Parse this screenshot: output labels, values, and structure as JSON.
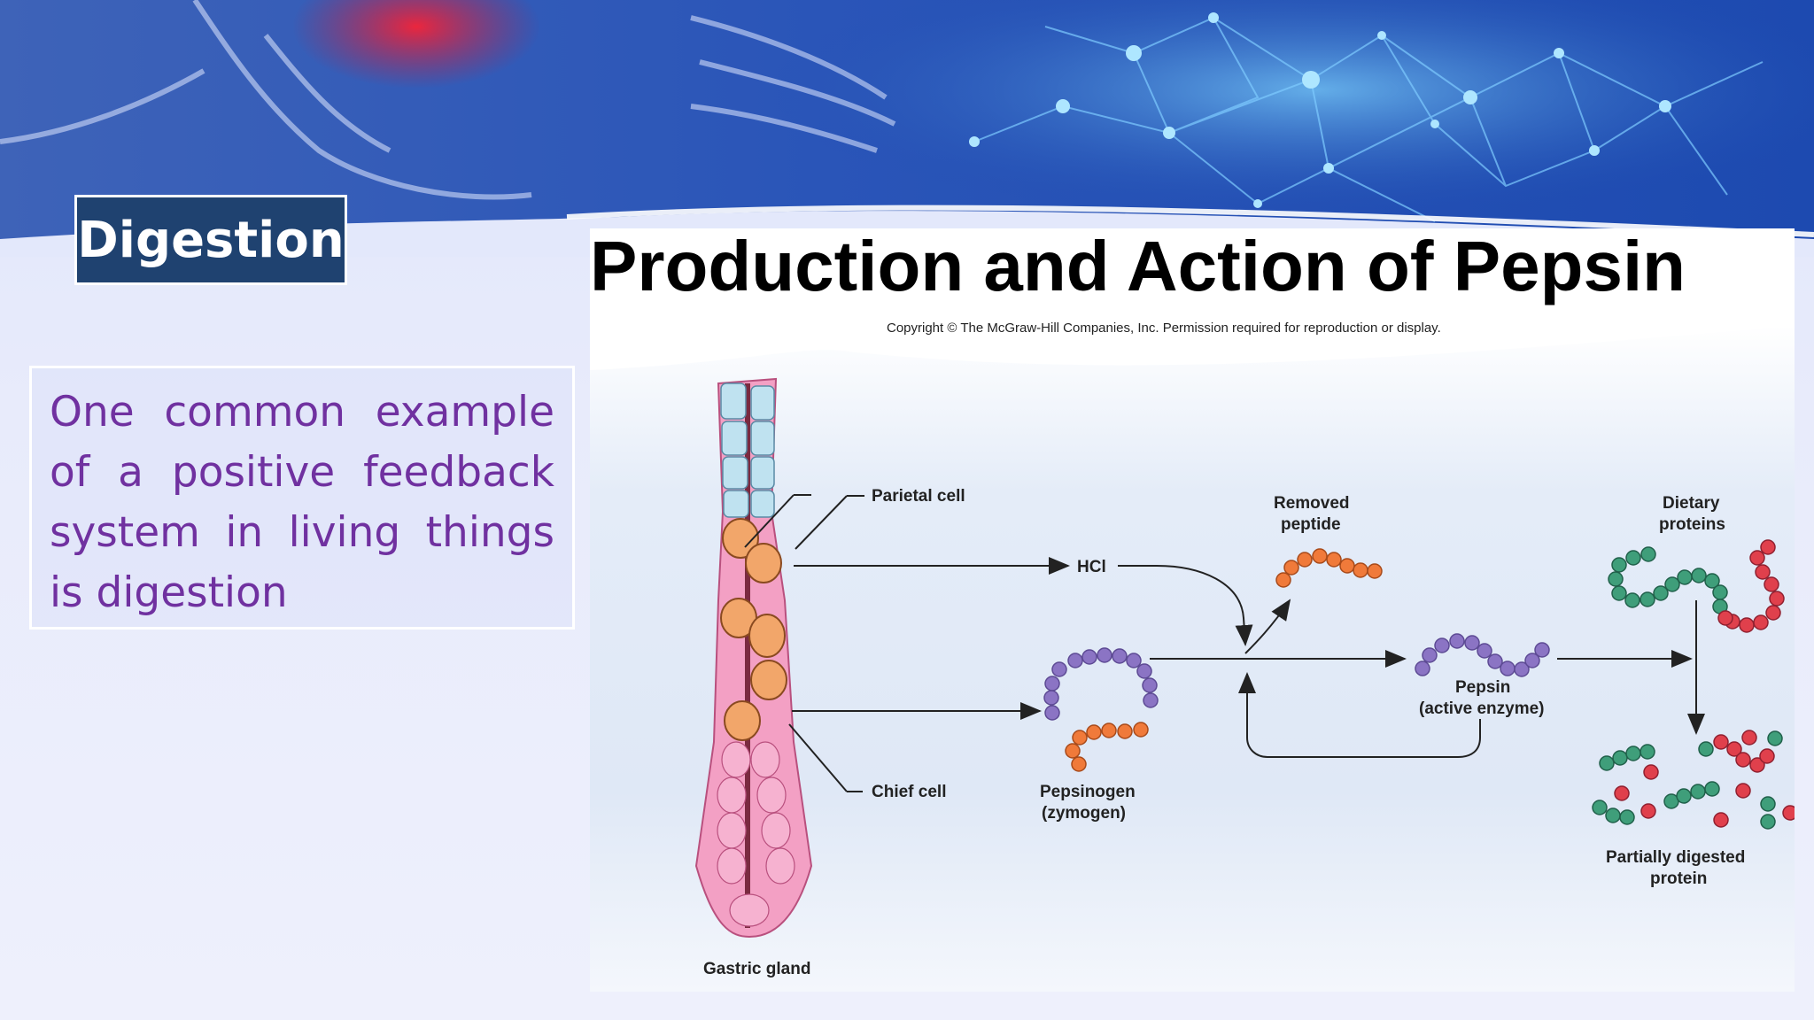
{
  "slide": {
    "title": "Digestion",
    "body_text": "One common example of a positive feedback system in living things is digestion"
  },
  "figure": {
    "title": "Production and Action of Pepsin",
    "copyright": "Copyright © The McGraw-Hill Companies, Inc. Permission required for reproduction or display.",
    "labels": {
      "parietal_cell": "Parietal cell",
      "chief_cell": "Chief cell",
      "gastric_gland": "Gastric gland",
      "hcl": "HCl",
      "removed_peptide_1": "Removed",
      "removed_peptide_2": "peptide",
      "pepsinogen_1": "Pepsinogen",
      "pepsinogen_2": "(zymogen)",
      "pepsin_1": "Pepsin",
      "pepsin_2": "(active enzyme)",
      "dietary_proteins_1": "Dietary",
      "dietary_proteins_2": "proteins",
      "partially_digested_1": "Partially digested",
      "partially_digested_2": "protein"
    }
  },
  "colors": {
    "title_box_bg": "#1f4270",
    "body_text": "#7031a0",
    "purple_bead": "#8b74c4",
    "orange_bead": "#f07a3a",
    "green_bead": "#3f9e7a",
    "red_bead": "#e0404c"
  }
}
